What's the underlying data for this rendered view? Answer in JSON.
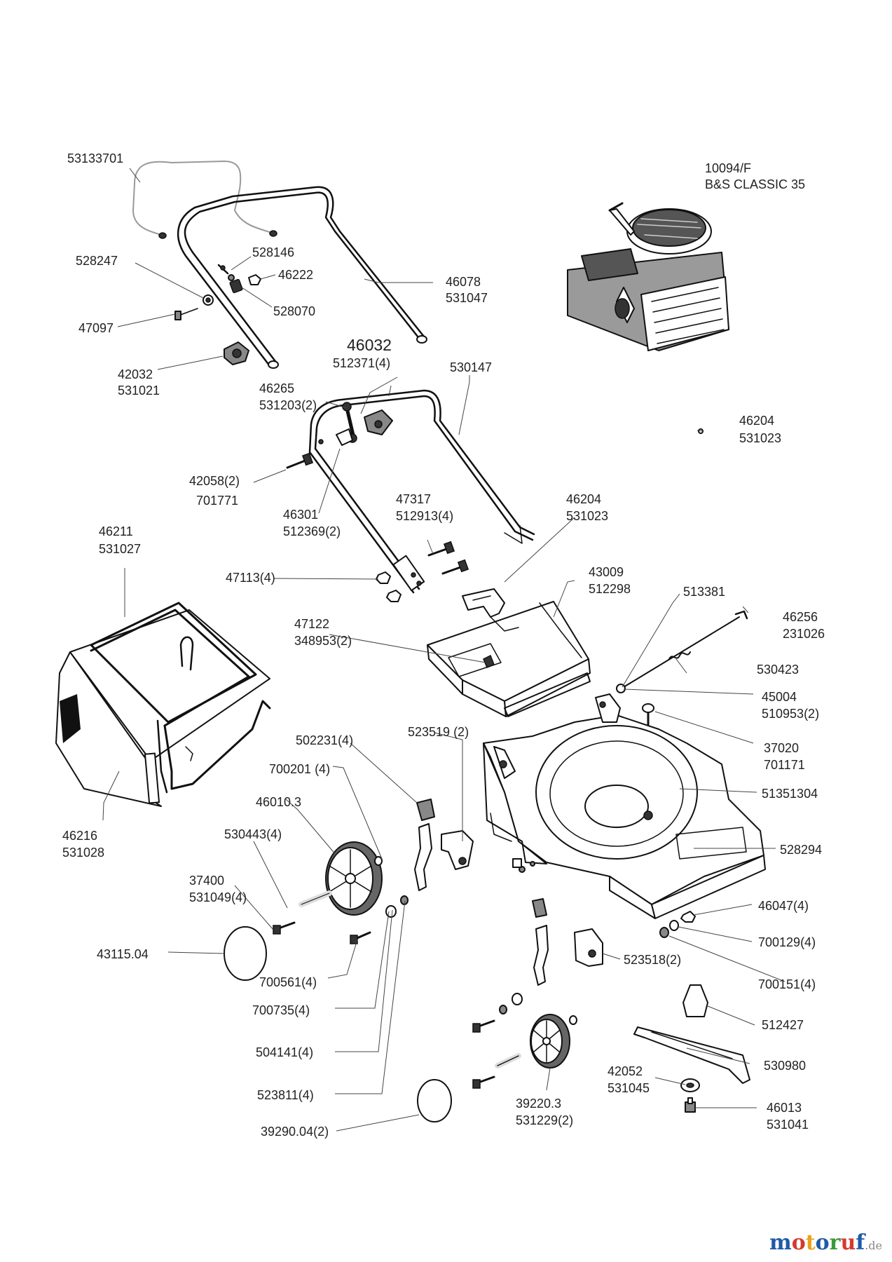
{
  "labels": {
    "handle_upper_old": "53133701",
    "bolt_528247": "528247",
    "part_528146": "528146",
    "part_46222": "46222",
    "part_528070": "528070",
    "part_47097": "47097",
    "upper_handle_a": "46078",
    "upper_handle_b": "531047",
    "knob_a": "42032",
    "knob_b": "531021",
    "engine_a": "10094/F",
    "engine_b": "B&S CLASSIC 35",
    "handle_center_a": "46032",
    "handle_center_b": "512371(4)",
    "lower_handle": "530147",
    "clip_a": "46265",
    "clip_b": "531203(2)",
    "screw_42058_a": "42058(2)",
    "screw_42058_b": "701771",
    "washer_46301_a": "46301",
    "washer_46301_b": "512369(2)",
    "small_46204_a": "46204",
    "small_46204_b": "531023",
    "bolt_47317_a": "47317",
    "bolt_47317_b": "512913(4)",
    "flap_46204_a": "46204",
    "flap_46204_b": "531023",
    "bag_frame_a": "46211",
    "bag_frame_b": "531027",
    "nut_47113": "47113(4)",
    "chute_a": "43009",
    "chute_b": "512298",
    "cable_513381": "513381",
    "clip_46256_a": "46256",
    "clip_46256_b": "231026",
    "spring_47122_a": "47122",
    "spring_47122_b": "348953(2)",
    "spring_530423": "530423",
    "washer_45004_a": "45004",
    "washer_45004_b": "510953(2)",
    "bolt_37020_a": "37020",
    "bolt_37020_b": "701171",
    "clip_502231": "502231(4)",
    "bracket_523519": "523519 (2)",
    "screw_700201": "700201 (4)",
    "deck": "51351304",
    "wheel_46010": "46010.3",
    "label_528294": "528294",
    "bag_a": "46216",
    "bag_b": "531028",
    "axle_530443": "530443(4)",
    "bolt_37400_a": "37400",
    "bolt_37400_b": "531049(4)",
    "nut_46047": "46047(4)",
    "washer_700129": "700129(4)",
    "hubcap_43115": "43115.04",
    "bracket_523518": "523518(2)",
    "washer_700151": "700151(4)",
    "nut_700561": "700561(4)",
    "washer_700735": "700735(4)",
    "adapter_512427": "512427",
    "spacer_504141": "504141(4)",
    "blade_530980": "530980",
    "washer_42052_a": "42052",
    "washer_42052_b": "531045",
    "clip_523811": "523811(4)",
    "wheel_39220_a": "39220.3",
    "wheel_39220_b": "531229(2)",
    "bolt_46013_a": "46013",
    "bolt_46013_b": "531041",
    "hubcap_39290": "39290.04(2)"
  },
  "logo": {
    "text": "motoruf",
    "suffix": ".de",
    "colors": [
      "#1e5aa8",
      "#d63a2f",
      "#e8a317",
      "#1e5aa8",
      "#3a9a3a",
      "#d63a2f",
      "#1e5aa8"
    ]
  }
}
